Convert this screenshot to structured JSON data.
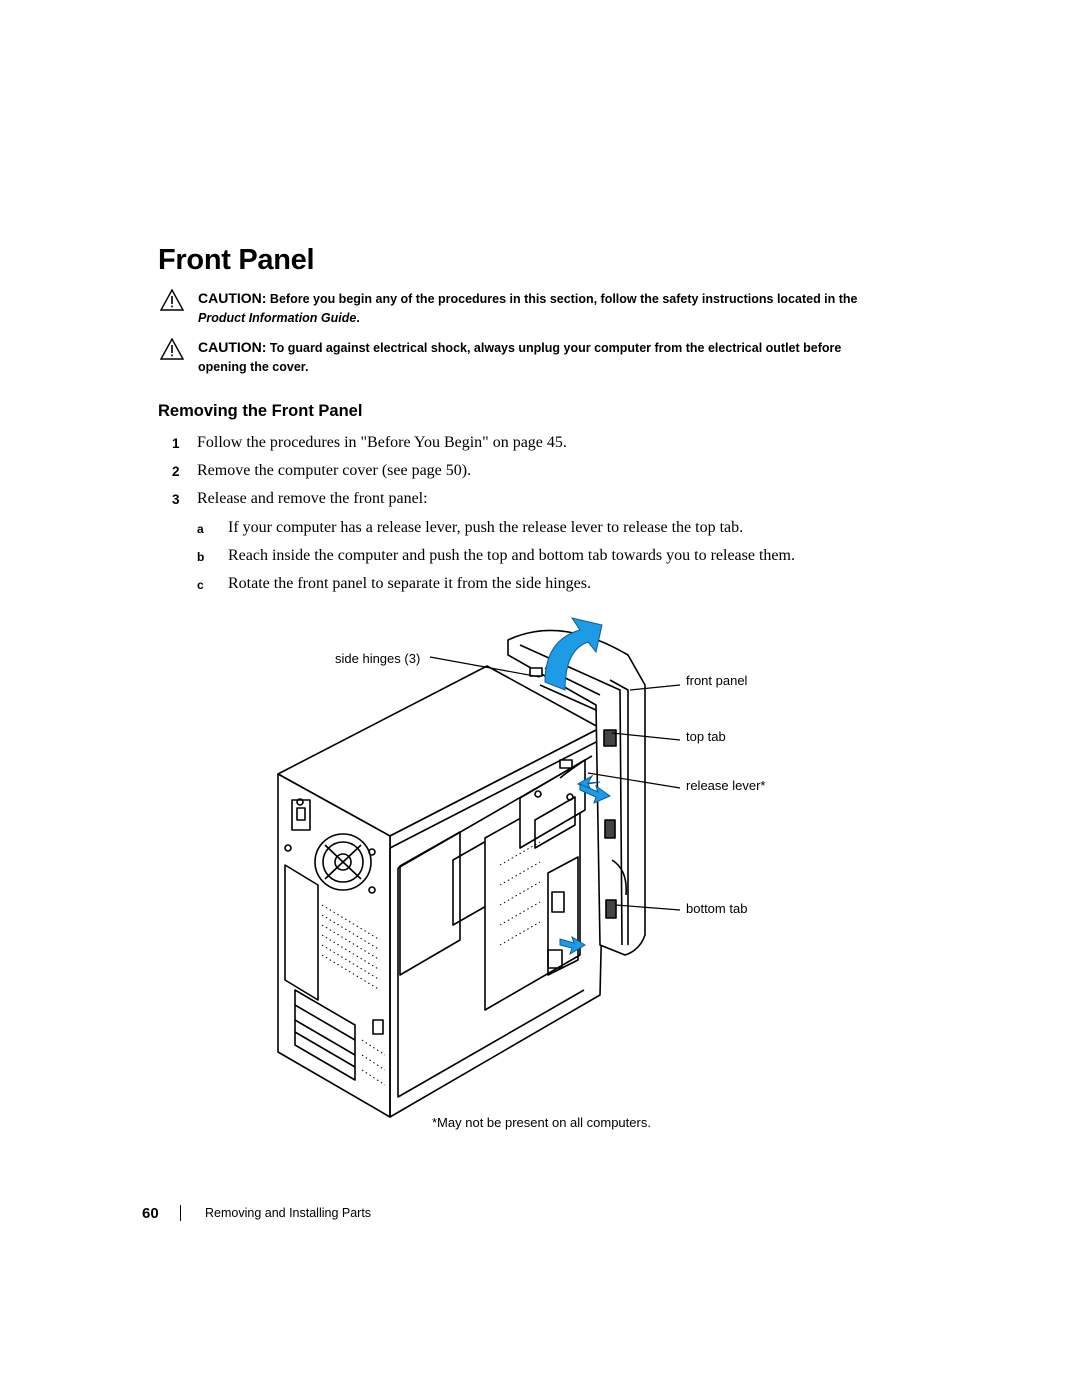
{
  "page": {
    "title": "Front Panel",
    "cautions": [
      {
        "label": "CAUTION:",
        "text": "Before you begin any of the procedures in this section, follow the safety instructions located in the",
        "italic_text": "Product Information Guide",
        "end": "."
      },
      {
        "label": "CAUTION:",
        "text": "To guard against electrical shock, always unplug your computer from the electrical outlet before",
        "text2": "opening the cover."
      }
    ],
    "section_heading": "Removing the Front Panel",
    "steps": [
      {
        "num": "1",
        "text": "Follow the procedures in \"Before You Begin\" on page 45."
      },
      {
        "num": "2",
        "text": "Remove the computer cover (see page 50)."
      },
      {
        "num": "3",
        "text": "Release and remove the front panel:"
      }
    ],
    "substeps": [
      {
        "num": "a",
        "text": "If your computer has a release lever, push the release lever to release the top tab."
      },
      {
        "num": "b",
        "text": "Reach inside the computer and push the top and bottom tab towards you to release them."
      },
      {
        "num": "c",
        "text": "Rotate the front panel to separate it from the side hinges."
      }
    ],
    "figure": {
      "callouts": {
        "side_hinges": "side hinges (3)",
        "front_panel": "front panel",
        "top_tab": "top tab",
        "release_lever": "release lever*",
        "bottom_tab": "bottom tab"
      },
      "note": "*May not be present on all computers.",
      "arrow_color": "#1e9be6"
    },
    "footer": {
      "page_number": "60",
      "section": "Removing and Installing Parts"
    }
  }
}
